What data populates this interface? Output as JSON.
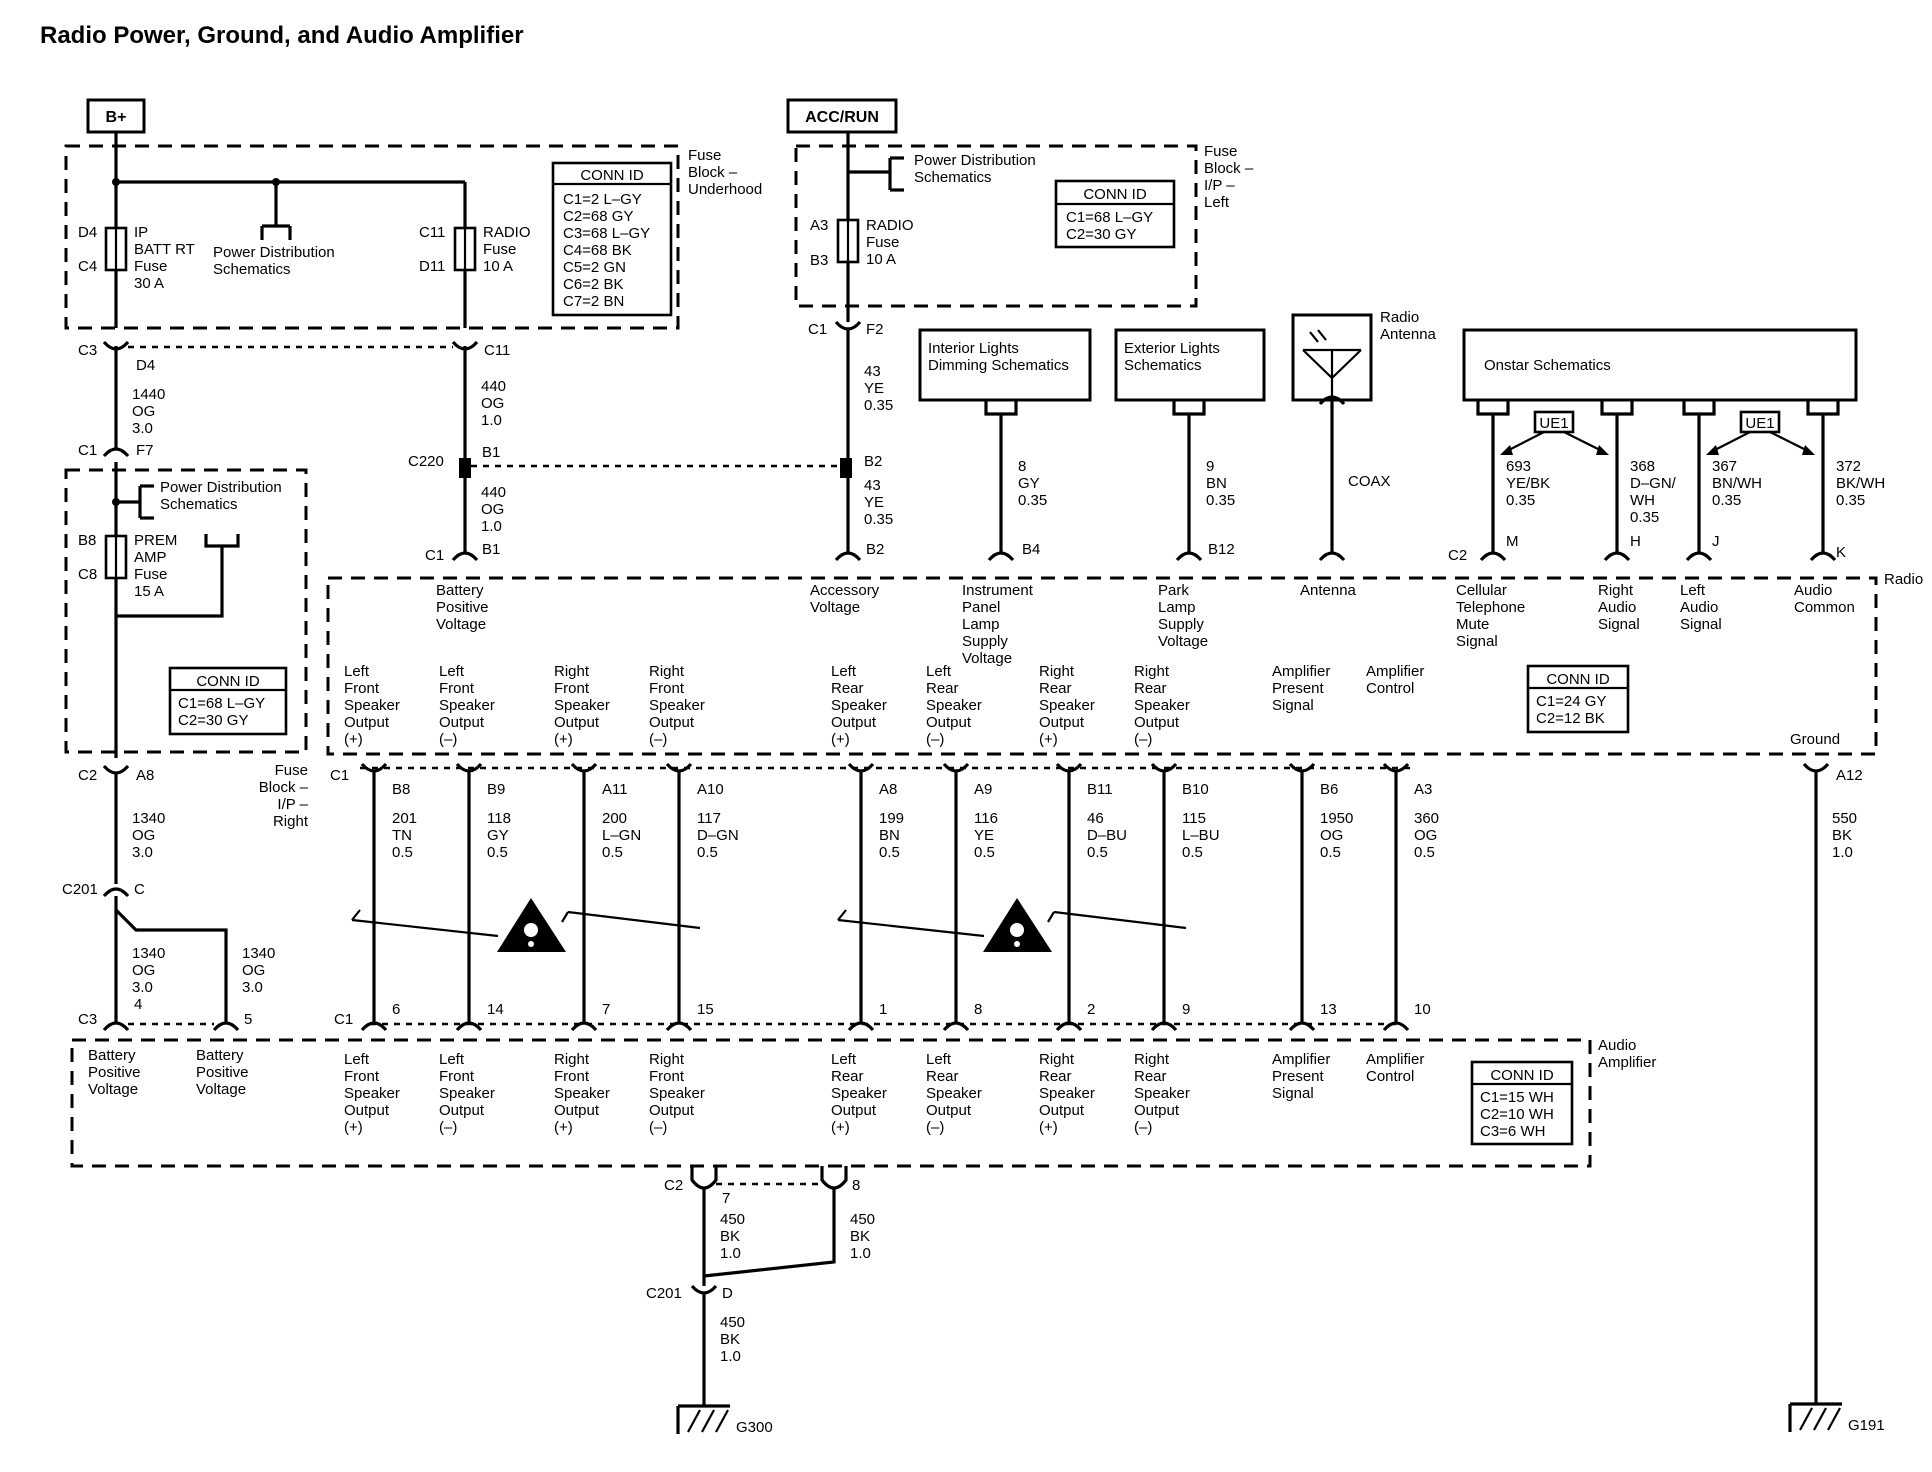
{
  "title": "Radio Power, Ground, and Audio Amplifier",
  "sources": {
    "bplus": "B+",
    "accrun": "ACC/RUN"
  },
  "fuse_blocks": {
    "underhood": [
      "Fuse",
      "Block –",
      "Underhood"
    ],
    "ip_left": [
      "Fuse",
      "Block –",
      "I/P –",
      "Left"
    ],
    "ip_right": [
      "Fuse",
      "Block –",
      "I/P –",
      "Right"
    ]
  },
  "conn_ids": {
    "underhood": {
      "header": "CONN ID",
      "lines": [
        "C1=2 L–GY",
        "C2=68 GY",
        "C3=68 L–GY",
        "C4=68 BK",
        "C5=2 GN",
        "C6=2 BK",
        "C7=2 BN"
      ]
    },
    "ip_left": {
      "header": "CONN ID",
      "lines": [
        "C1=68 L–GY",
        "C2=30 GY"
      ]
    },
    "ip_right": {
      "header": "CONN ID",
      "lines": [
        "C1=68 L–GY",
        "C2=30 GY"
      ]
    },
    "radio": {
      "header": "CONN ID",
      "lines": [
        "C1=24 GY",
        "C2=12 BK"
      ]
    },
    "amplifier": {
      "header": "CONN ID",
      "lines": [
        "C1=15 WH",
        "C2=10 WH",
        "C3=6 WH"
      ]
    }
  },
  "fuses": {
    "ip_batt": {
      "pins": [
        "D4",
        "C4"
      ],
      "lines": [
        "IP",
        "BATT RT",
        "Fuse",
        "30 A"
      ]
    },
    "radio_uh": {
      "pins": [
        "C11",
        "D11"
      ],
      "lines": [
        "RADIO",
        "Fuse",
        "10 A"
      ]
    },
    "radio_ip": {
      "pins": [
        "A3",
        "B3"
      ],
      "lines": [
        "RADIO",
        "Fuse",
        "10 A"
      ]
    },
    "prem_amp": {
      "pins": [
        "B8",
        "C8"
      ],
      "lines": [
        "PREM",
        "AMP",
        "Fuse",
        "15 A"
      ]
    }
  },
  "pds": [
    "Power Distribution",
    "Schematics"
  ],
  "wires": {
    "w1440": [
      "1440",
      "OG",
      "3.0"
    ],
    "w440a": [
      "440",
      "OG",
      "1.0"
    ],
    "w440b": [
      "440",
      "OG",
      "1.0"
    ],
    "w43a": [
      "43",
      "YE",
      "0.35"
    ],
    "w43b": [
      "43",
      "YE",
      "0.35"
    ],
    "w8": [
      "8",
      "GY",
      "0.35"
    ],
    "w9": [
      "9",
      "BN",
      "0.35"
    ],
    "w693": [
      "693",
      "YE/BK",
      "0.35"
    ],
    "w368": [
      "368",
      "D–GN/",
      "WH",
      "0.35"
    ],
    "w367": [
      "367",
      "BN/WH",
      "0.35"
    ],
    "w372": [
      "372",
      "BK/WH",
      "0.35"
    ],
    "w1340a": [
      "1340",
      "OG",
      "3.0"
    ],
    "w1340b": [
      "1340",
      "OG",
      "3.0"
    ],
    "w1340c": [
      "1340",
      "OG",
      "3.0"
    ],
    "w550": [
      "550",
      "BK",
      "1.0"
    ],
    "w450a": [
      "450",
      "BK",
      "1.0"
    ],
    "w450b": [
      "450",
      "BK",
      "1.0"
    ],
    "w450c": [
      "450",
      "BK",
      "1.0"
    ]
  },
  "connector_labels": {
    "c3_d4": [
      "C3",
      "D4"
    ],
    "c11_c11": [
      "C11"
    ],
    "c1_f7": [
      "C1",
      "F7"
    ],
    "c220_b1": [
      "C220",
      "B1"
    ],
    "c1_b1": [
      "C1",
      "B1"
    ],
    "c1_f2": [
      "C1",
      "F2"
    ],
    "b2_mid": [
      "B2"
    ],
    "b2_radio": [
      "B2"
    ],
    "b4": [
      "B4"
    ],
    "b12": [
      "B12"
    ],
    "c2_m": [
      "C2",
      "M"
    ],
    "h": [
      "H"
    ],
    "j": [
      "J"
    ],
    "k": [
      "K"
    ],
    "c2_a8": [
      "C2",
      "A8"
    ],
    "c201_c": [
      "C201",
      "C"
    ],
    "c3_4": [
      "C3",
      "4"
    ],
    "pin5": [
      "5"
    ],
    "a12": [
      "A12"
    ],
    "c2_7": [
      "C2",
      "7"
    ],
    "pin8": [
      "8"
    ],
    "c201_d": [
      "C201",
      "D"
    ]
  },
  "radio": {
    "name": "Radio",
    "top_pins": [
      [
        "Battery",
        "Positive",
        "Voltage"
      ],
      [
        "Accessory",
        "Voltage"
      ],
      [
        "Instrument",
        "Panel",
        "Lamp",
        "Supply",
        "Voltage"
      ],
      [
        "Park",
        "Lamp",
        "Supply",
        "Voltage"
      ],
      [
        "Antenna"
      ],
      [
        "Cellular",
        "Telephone",
        "Mute",
        "Signal"
      ],
      [
        "Right",
        "Audio",
        "Signal"
      ],
      [
        "Left",
        "Audio",
        "Signal"
      ],
      [
        "Audio",
        "Common"
      ]
    ],
    "ground": "Ground"
  },
  "speaker_circuits": [
    {
      "label": [
        "Left",
        "Front",
        "Speaker",
        "Output",
        "(+)"
      ],
      "radio_pin": "B8",
      "wire": [
        "201",
        "TN",
        "0.5"
      ],
      "amp_pin": "6"
    },
    {
      "label": [
        "Left",
        "Front",
        "Speaker",
        "Output",
        "(–)"
      ],
      "radio_pin": "B9",
      "wire": [
        "118",
        "GY",
        "0.5"
      ],
      "amp_pin": "14"
    },
    {
      "label": [
        "Right",
        "Front",
        "Speaker",
        "Output",
        "(+)"
      ],
      "radio_pin": "A11",
      "wire": [
        "200",
        "L–GN",
        "0.5"
      ],
      "amp_pin": "7"
    },
    {
      "label": [
        "Right",
        "Front",
        "Speaker",
        "Output",
        "(–)"
      ],
      "radio_pin": "A10",
      "wire": [
        "117",
        "D–GN",
        "0.5"
      ],
      "amp_pin": "15"
    },
    {
      "label": [
        "Left",
        "Rear",
        "Speaker",
        "Output",
        "(+)"
      ],
      "radio_pin": "A8",
      "wire": [
        "199",
        "BN",
        "0.5"
      ],
      "amp_pin": "1"
    },
    {
      "label": [
        "Left",
        "Rear",
        "Speaker",
        "Output",
        "(–)"
      ],
      "radio_pin": "A9",
      "wire": [
        "116",
        "YE",
        "0.5"
      ],
      "amp_pin": "8"
    },
    {
      "label": [
        "Right",
        "Rear",
        "Speaker",
        "Output",
        "(+)"
      ],
      "radio_pin": "B11",
      "wire": [
        "46",
        "D–BU",
        "0.5"
      ],
      "amp_pin": "2"
    },
    {
      "label": [
        "Right",
        "Rear",
        "Speaker",
        "Output",
        "(–)"
      ],
      "radio_pin": "B10",
      "wire": [
        "115",
        "L–BU",
        "0.5"
      ],
      "amp_pin": "9"
    },
    {
      "label": [
        "Amplifier",
        "Present",
        "Signal"
      ],
      "radio_pin": "B6",
      "wire": [
        "1950",
        "OG",
        "0.5"
      ],
      "amp_pin": "13"
    },
    {
      "label": [
        "Amplifier",
        "Control"
      ],
      "radio_pin": "A3",
      "wire": [
        "360",
        "OG",
        "0.5"
      ],
      "amp_pin": "10"
    }
  ],
  "c1": "C1",
  "amplifier": {
    "name": [
      "Audio",
      "Amplifier"
    ],
    "batt_label": [
      "Battery",
      "Positive",
      "Voltage"
    ]
  },
  "schematic_boxes": {
    "interior": [
      "Interior Lights",
      "Dimming Schematics"
    ],
    "exterior": [
      "Exterior Lights",
      "Schematics"
    ],
    "onstar": [
      "Onstar Schematics"
    ]
  },
  "antenna": [
    "Radio",
    "Antenna"
  ],
  "coax": "COAX",
  "ue": "UE1",
  "grounds": {
    "left": "G300",
    "right": "G191"
  }
}
